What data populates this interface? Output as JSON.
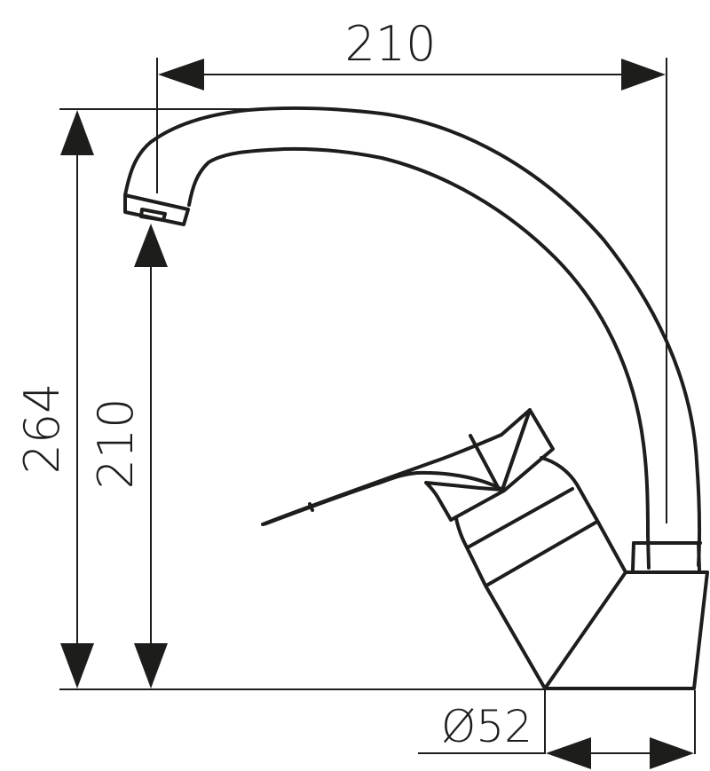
{
  "drawing": {
    "subject": "single-lever kitchen faucet with swivel spout",
    "line_color": "#1d1d1b",
    "background": "#ffffff"
  },
  "dimensions": {
    "spout_reach": {
      "label": "210",
      "orientation": "horizontal"
    },
    "total_height": {
      "label": "264",
      "orientation": "vertical"
    },
    "spout_outlet_height": {
      "label": "210",
      "orientation": "vertical"
    },
    "base_diameter": {
      "label": "Ø52",
      "orientation": "horizontal"
    }
  }
}
